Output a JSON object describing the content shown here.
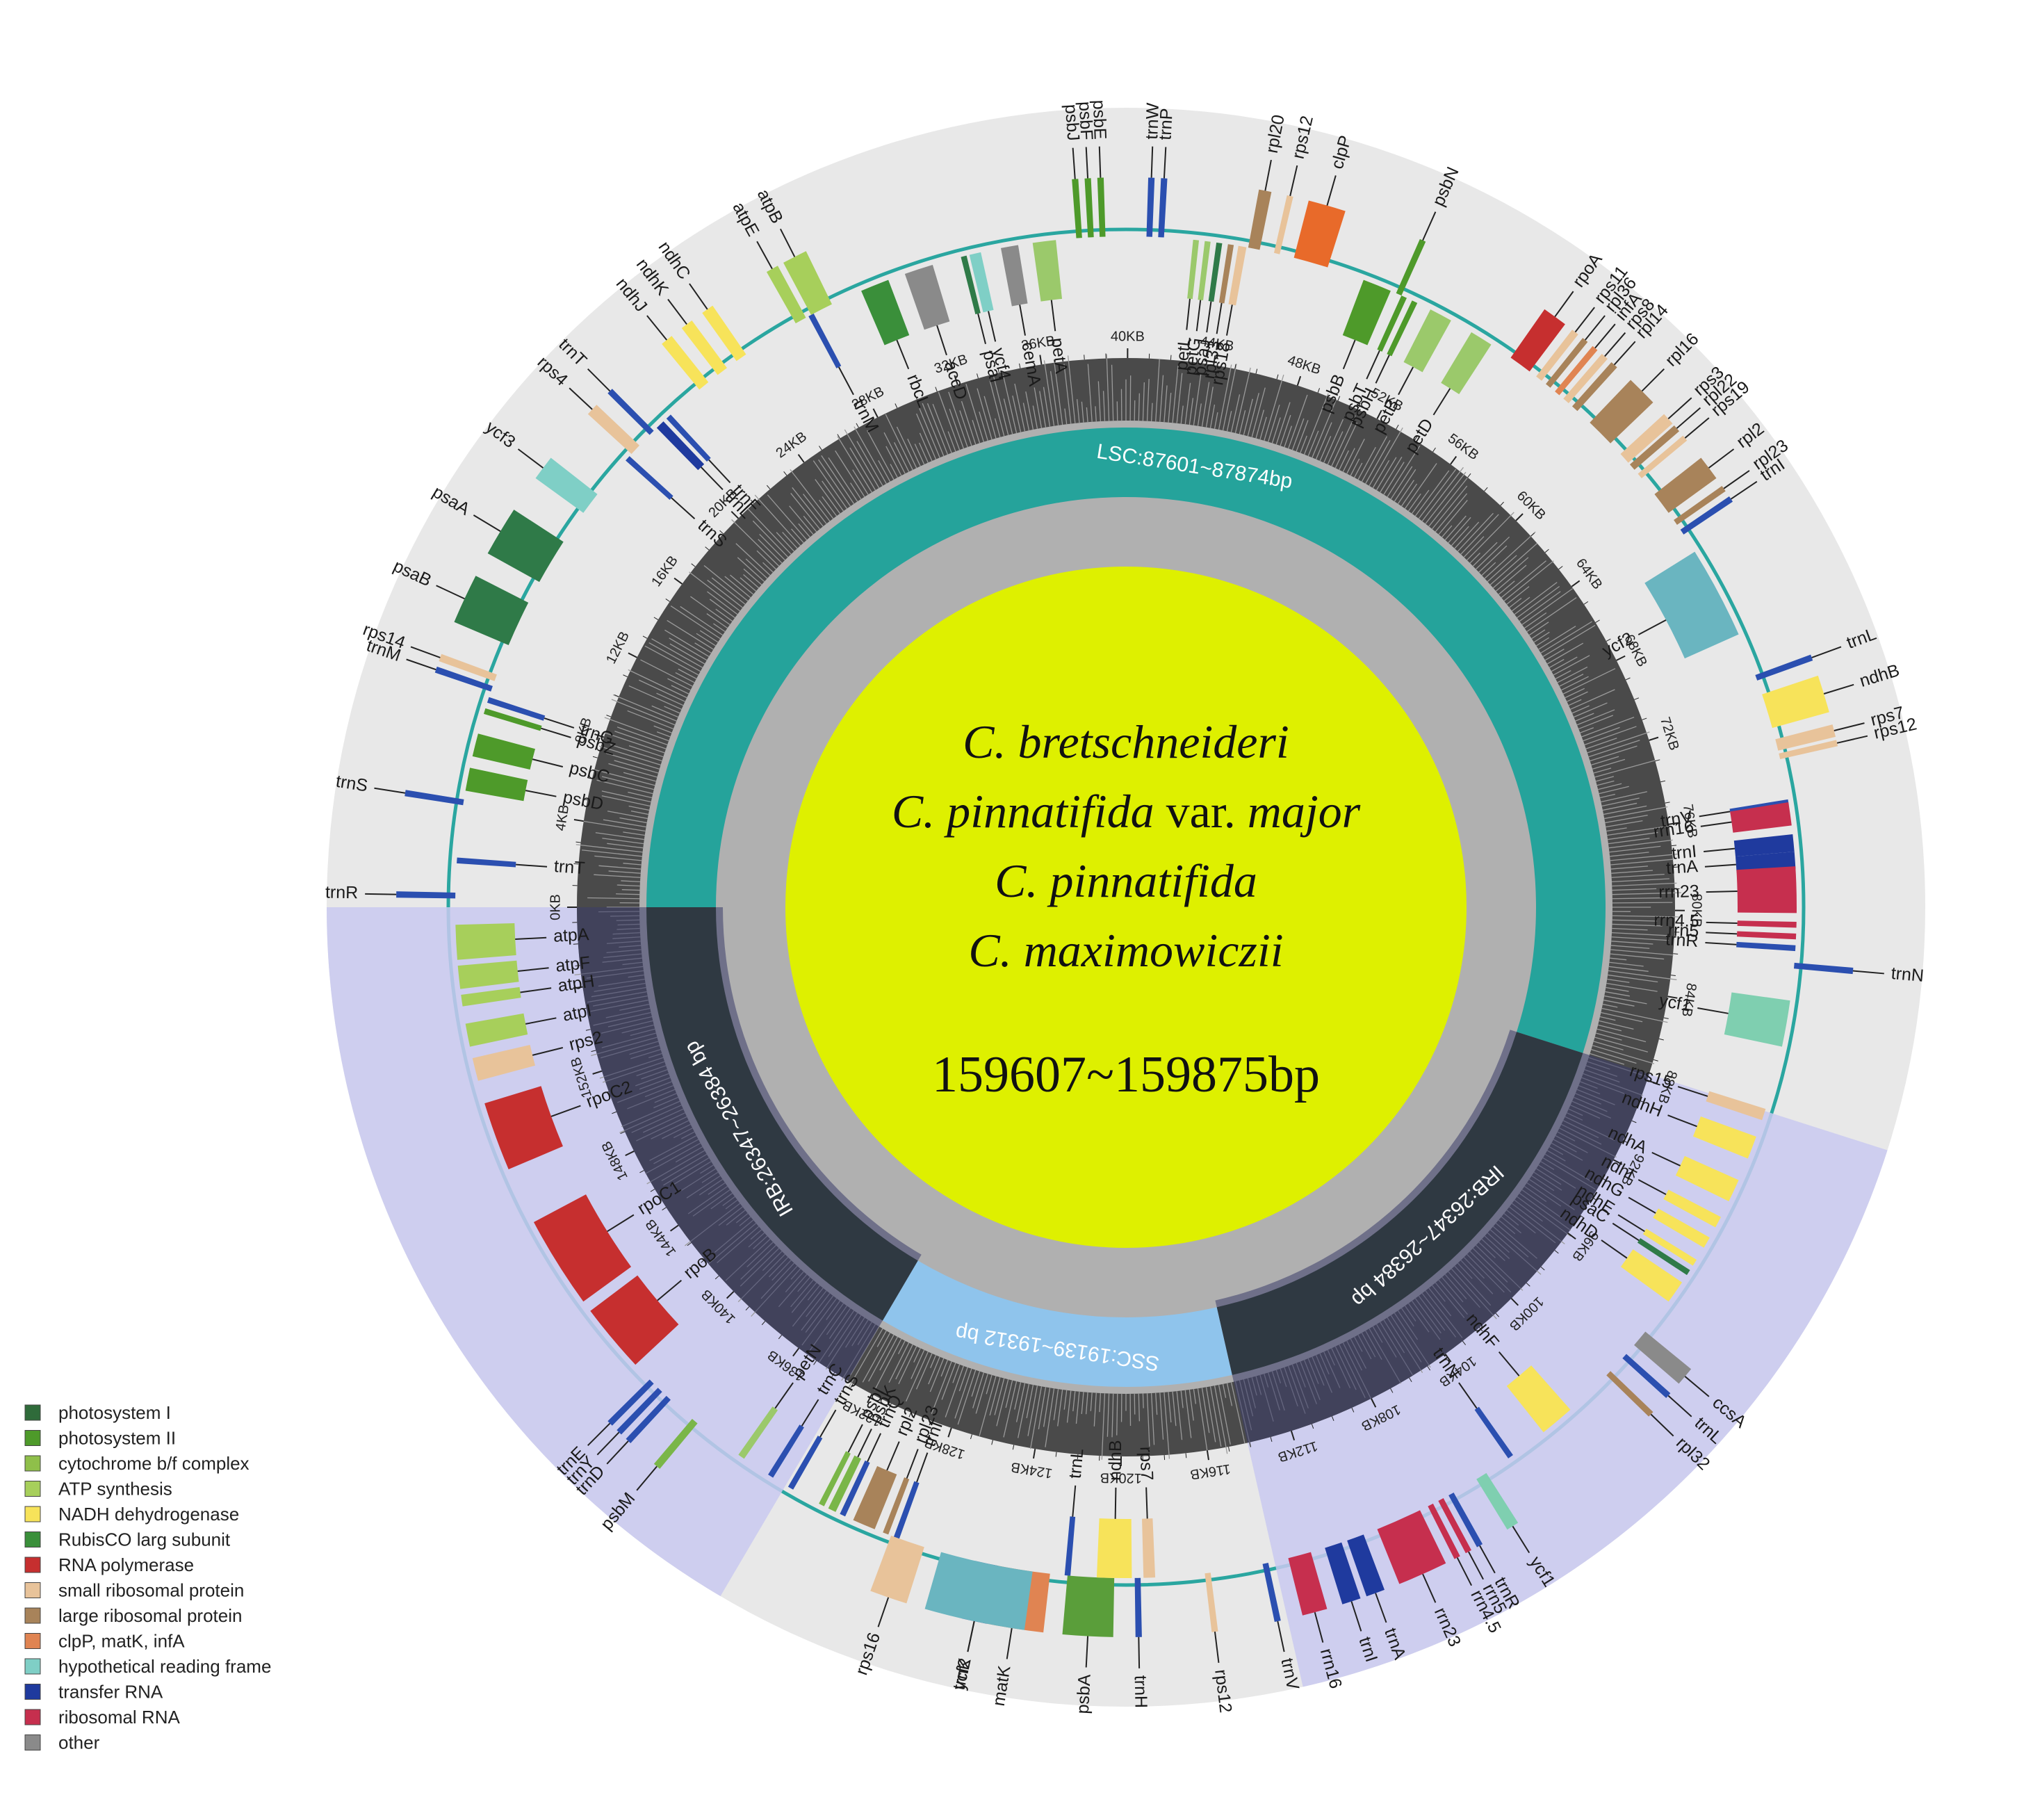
{
  "center": {
    "species": [
      {
        "genus": "C.",
        "epithet": "bretschneideri",
        "suffix": "",
        "suffix_italic": ""
      },
      {
        "genus": "C.",
        "epithet": "pinnatifida",
        "suffix": " var. ",
        "suffix_italic": "major"
      },
      {
        "genus": "C.",
        "epithet": "pinnatifida",
        "suffix": "",
        "suffix_italic": ""
      },
      {
        "genus": "C.",
        "epithet": "maximowiczii",
        "suffix": "",
        "suffix_italic": ""
      }
    ],
    "genome_size": "159607~159875bp"
  },
  "regions": [
    {
      "id": "LSC",
      "label": "LSC:87601~87874bp",
      "start_kb": 0,
      "end_kb": 87.7,
      "color": "#25a39b"
    },
    {
      "id": "IRB",
      "label": "IRB:26347~26384 bp",
      "start_kb": 87.7,
      "end_kb": 114.1,
      "color": "#2f3942"
    },
    {
      "id": "SSC",
      "label": "SSC:19139~19312 bp",
      "start_kb": 114.1,
      "end_kb": 133.3,
      "color": "#8fc4ec"
    },
    {
      "id": "IRA",
      "label": "IRB:26347~26384 bp",
      "start_kb": 133.3,
      "end_kb": 159.7,
      "color": "#2f3942"
    }
  ],
  "ticks": {
    "step_kb": 4,
    "labels": [
      "0KB",
      "4KB",
      "8KB",
      "12KB",
      "16KB",
      "20KB",
      "24KB",
      "28KB",
      "32KB",
      "36KB",
      "40KB",
      "44KB",
      "48KB",
      "52KB",
      "56KB",
      "60KB",
      "64KB",
      "68KB",
      "72KB",
      "76KB",
      "80KB",
      "84KB",
      "88KB",
      "92KB",
      "96KB",
      "100KB",
      "104KB",
      "108KB",
      "112KB",
      "116KB",
      "120KB",
      "124KB",
      "128KB",
      "132KB",
      "136KB",
      "140KB",
      "144KB",
      "148KB",
      "152KB"
    ]
  },
  "genes": [
    {
      "name": "psbA",
      "angle": 267,
      "span": 4,
      "side": "out",
      "color": "#5a9e3a"
    },
    {
      "name": "trnH",
      "angle": 271,
      "span": 0.5,
      "side": "out",
      "color": "#2b4fb0"
    },
    {
      "name": "matK",
      "angle": 261,
      "span": 5,
      "side": "out",
      "color": "#e08452"
    },
    {
      "name": "trnK",
      "angle": 258,
      "span": 2,
      "side": "out",
      "color": "#1f3a9e"
    },
    {
      "name": "rps16",
      "angle": 251,
      "span": 3,
      "side": "out",
      "color": "#e8c39a"
    },
    {
      "name": "trnQ",
      "angle": 245,
      "span": 0.5,
      "side": "in",
      "color": "#2b4fb0"
    },
    {
      "name": "psbK",
      "angle": 244,
      "span": 0.7,
      "side": "in",
      "color": "#7ab648"
    },
    {
      "name": "psbI",
      "angle": 243,
      "span": 0.5,
      "side": "in",
      "color": "#7ab648"
    },
    {
      "name": "trnS",
      "angle": 240,
      "span": 0.5,
      "side": "in",
      "color": "#2b4fb0"
    },
    {
      "name": "trnC",
      "angle": 238,
      "span": 0.5,
      "side": "in",
      "color": "#2b4fb0"
    },
    {
      "name": "petN",
      "angle": 235,
      "span": 0.6,
      "side": "in",
      "color": "#9bc96b"
    },
    {
      "name": "psbM",
      "angle": 230,
      "span": 0.6,
      "side": "out",
      "color": "#7ab648"
    },
    {
      "name": "trnD",
      "angle": 227,
      "span": 0.5,
      "side": "out",
      "color": "#2b4fb0"
    },
    {
      "name": "trnY",
      "angle": 226,
      "span": 0.5,
      "side": "out",
      "color": "#2b4fb0"
    },
    {
      "name": "trnE",
      "angle": 225,
      "span": 0.5,
      "side": "out",
      "color": "#2b4fb0"
    },
    {
      "name": "rpoB",
      "angle": 220,
      "span": 6,
      "side": "in",
      "color": "#c62f2f"
    },
    {
      "name": "rpoC1",
      "angle": 212,
      "span": 8,
      "side": "in",
      "color": "#c62f2f"
    },
    {
      "name": "rpoC2",
      "angle": 200,
      "span": 6,
      "side": "in",
      "color": "#c62f2f"
    },
    {
      "name": "rps2",
      "angle": 194,
      "span": 2,
      "side": "in",
      "color": "#e8c39a"
    },
    {
      "name": "atpI",
      "angle": 191,
      "span": 2,
      "side": "in",
      "color": "#a7cf5b"
    },
    {
      "name": "atpH",
      "angle": 188,
      "span": 1,
      "side": "in",
      "color": "#a7cf5b"
    },
    {
      "name": "atpF",
      "angle": 186,
      "span": 2,
      "side": "in",
      "color": "#a7cf5b"
    },
    {
      "name": "atpA",
      "angle": 183,
      "span": 3,
      "side": "in",
      "color": "#a7cf5b"
    },
    {
      "name": "trnR",
      "angle": 179,
      "span": 0.5,
      "side": "out",
      "color": "#2b4fb0"
    },
    {
      "name": "trnT",
      "angle": 176,
      "span": 0.5,
      "side": "in",
      "color": "#2b4fb0"
    },
    {
      "name": "trnS",
      "angle": 171,
      "span": 0.5,
      "side": "out",
      "color": "#2b4fb0"
    },
    {
      "name": "psbD",
      "angle": 169,
      "span": 2,
      "side": "in",
      "color": "#4e9a2a"
    },
    {
      "name": "psbC",
      "angle": 166,
      "span": 2,
      "side": "in",
      "color": "#4e9a2a"
    },
    {
      "name": "psbZ",
      "angle": 163,
      "span": 0.5,
      "side": "in",
      "color": "#4e9a2a"
    },
    {
      "name": "trnG",
      "angle": 162,
      "span": 0.5,
      "side": "in",
      "color": "#2b4fb0"
    },
    {
      "name": "trnM",
      "angle": 161,
      "span": 0.5,
      "side": "out",
      "color": "#2b4fb0"
    },
    {
      "name": "rps14",
      "angle": 160,
      "span": 0.6,
      "side": "out",
      "color": "#e8c39a"
    },
    {
      "name": "psaB",
      "angle": 155,
      "span": 4,
      "side": "out",
      "color": "#2f7a48"
    },
    {
      "name": "psaA",
      "angle": 149,
      "span": 4,
      "side": "out",
      "color": "#2f7a48"
    },
    {
      "name": "ycf3",
      "angle": 143,
      "span": 2,
      "side": "out",
      "color": "#7fcfc6"
    },
    {
      "name": "rps4",
      "angle": 137,
      "span": 1,
      "side": "out",
      "color": "#e8c39a"
    },
    {
      "name": "trnT",
      "angle": 135,
      "span": 0.5,
      "side": "out",
      "color": "#2b4fb0"
    },
    {
      "name": "trnS",
      "angle": 138,
      "span": 0.5,
      "side": "in",
      "color": "#2b4fb0"
    },
    {
      "name": "trnL",
      "angle": 134,
      "span": 0.8,
      "side": "in",
      "color": "#1f3a9e"
    },
    {
      "name": "trnF",
      "angle": 133,
      "span": 0.5,
      "side": "in",
      "color": "#2b4fb0"
    },
    {
      "name": "ndhJ",
      "angle": 129,
      "span": 1,
      "side": "out",
      "color": "#f7e35a"
    },
    {
      "name": "ndhK",
      "angle": 127,
      "span": 1,
      "side": "out",
      "color": "#f7e35a"
    },
    {
      "name": "ndhC",
      "angle": 125,
      "span": 1,
      "side": "out",
      "color": "#f7e35a"
    },
    {
      "name": "trnM",
      "angle": 118,
      "span": 0.5,
      "side": "in",
      "color": "#2b4fb0"
    },
    {
      "name": "atpE",
      "angle": 119,
      "span": 1,
      "side": "out",
      "color": "#a7cf5b"
    },
    {
      "name": "atpB",
      "angle": 117,
      "span": 2,
      "side": "out",
      "color": "#a7cf5b"
    },
    {
      "name": "rbcL",
      "angle": 112,
      "span": 2.5,
      "side": "in",
      "color": "#3a8f3a"
    },
    {
      "name": "accD",
      "angle": 108,
      "span": 2.5,
      "side": "in",
      "color": "#8a8a8a"
    },
    {
      "name": "psaI",
      "angle": 104,
      "span": 0.5,
      "side": "in",
      "color": "#2f7a48"
    },
    {
      "name": "ycf4",
      "angle": 103,
      "span": 1,
      "side": "in",
      "color": "#7fcfc6"
    },
    {
      "name": "cemA",
      "angle": 100,
      "span": 1.5,
      "side": "in",
      "color": "#8a8a8a"
    },
    {
      "name": "petA",
      "angle": 97,
      "span": 2,
      "side": "in",
      "color": "#9bc96b"
    },
    {
      "name": "psbJ",
      "angle": 94,
      "span": 0.5,
      "side": "out",
      "color": "#4e9a2a"
    },
    {
      "name": "psbF",
      "angle": 93,
      "span": 0.5,
      "side": "out",
      "color": "#4e9a2a"
    },
    {
      "name": "psbE",
      "angle": 92,
      "span": 0.5,
      "side": "out",
      "color": "#4e9a2a"
    },
    {
      "name": "trnW",
      "angle": 88,
      "span": 0.5,
      "side": "out",
      "color": "#2b4fb0"
    },
    {
      "name": "trnP",
      "angle": 87,
      "span": 0.5,
      "side": "out",
      "color": "#2b4fb0"
    },
    {
      "name": "petL",
      "angle": 84,
      "span": 0.5,
      "side": "in",
      "color": "#9bc96b"
    },
    {
      "name": "petG",
      "angle": 83,
      "span": 0.5,
      "side": "in",
      "color": "#9bc96b"
    },
    {
      "name": "psaJ",
      "angle": 82,
      "span": 0.5,
      "side": "in",
      "color": "#2f7a48"
    },
    {
      "name": "rpl33",
      "angle": 81,
      "span": 0.5,
      "side": "in",
      "color": "#a8835a"
    },
    {
      "name": "rps18",
      "angle": 80,
      "span": 0.7,
      "side": "in",
      "color": "#e8c39a"
    },
    {
      "name": "rpl20",
      "angle": 79,
      "span": 1,
      "side": "out",
      "color": "#a8835a"
    },
    {
      "name": "rps12",
      "angle": 77,
      "span": 0.5,
      "side": "out",
      "color": "#e8c39a"
    },
    {
      "name": "clpP",
      "angle": 74,
      "span": 3,
      "side": "out",
      "color": "#e86a2a"
    },
    {
      "name": "psbB",
      "angle": 68,
      "span": 2.5,
      "side": "in",
      "color": "#4e9a2a"
    },
    {
      "name": "psbN",
      "angle": 66,
      "span": 0.5,
      "side": "out",
      "color": "#4e9a2a"
    },
    {
      "name": "psbT",
      "angle": 65.5,
      "span": 0.5,
      "side": "in",
      "color": "#4e9a2a"
    },
    {
      "name": "psbH",
      "angle": 64.5,
      "span": 0.5,
      "side": "in",
      "color": "#4e9a2a"
    },
    {
      "name": "petB",
      "angle": 62,
      "span": 2,
      "side": "in",
      "color": "#9bc96b"
    },
    {
      "name": "petD",
      "angle": 58,
      "span": 2,
      "side": "in",
      "color": "#9bc96b"
    },
    {
      "name": "rpoA",
      "angle": 54,
      "span": 2,
      "side": "out",
      "color": "#c62f2f"
    },
    {
      "name": "rps11",
      "angle": 52,
      "span": 0.6,
      "side": "out",
      "color": "#e8c39a"
    },
    {
      "name": "rpl36",
      "angle": 51,
      "span": 0.5,
      "side": "out",
      "color": "#a8835a"
    },
    {
      "name": "infA",
      "angle": 50,
      "span": 0.5,
      "side": "out",
      "color": "#e08452"
    },
    {
      "name": "rps8",
      "angle": 49,
      "span": 0.6,
      "side": "out",
      "color": "#e8c39a"
    },
    {
      "name": "rpl14",
      "angle": 48,
      "span": 0.6,
      "side": "out",
      "color": "#a8835a"
    },
    {
      "name": "rpl16",
      "angle": 45,
      "span": 2.5,
      "side": "out",
      "color": "#a8835a"
    },
    {
      "name": "rps3",
      "angle": 42,
      "span": 1,
      "side": "out",
      "color": "#e8c39a"
    },
    {
      "name": "rpl22",
      "angle": 41,
      "span": 0.6,
      "side": "out",
      "color": "#a8835a"
    },
    {
      "name": "rps19",
      "angle": 40,
      "span": 0.5,
      "side": "out",
      "color": "#e8c39a"
    },
    {
      "name": "rpl2",
      "angle": 37,
      "span": 2,
      "side": "out",
      "color": "#a8835a"
    },
    {
      "name": "rpl23",
      "angle": 35,
      "span": 0.5,
      "side": "out",
      "color": "#a8835a"
    },
    {
      "name": "trnI",
      "angle": 34,
      "span": 0.5,
      "side": "out",
      "color": "#2b4fb0"
    },
    {
      "name": "ycf2",
      "angle": 28,
      "span": 8,
      "side": "in",
      "color": "#6ab5c0"
    },
    {
      "name": "trnL",
      "angle": 20,
      "span": 0.5,
      "side": "out",
      "color": "#2b4fb0"
    },
    {
      "name": "ndhB",
      "angle": 17,
      "span": 3,
      "side": "out",
      "color": "#f7e35a"
    },
    {
      "name": "rps7",
      "angle": 14,
      "span": 1,
      "side": "out",
      "color": "#e8c39a"
    },
    {
      "name": "rps12",
      "angle": 13,
      "span": 0.5,
      "side": "out",
      "color": "#e8c39a"
    },
    {
      "name": "trnV",
      "angle": 9,
      "span": 0.5,
      "side": "in",
      "color": "#2b4fb0"
    },
    {
      "name": "rrn16",
      "angle": 8,
      "span": 2,
      "side": "in",
      "color": "#c62f4e"
    },
    {
      "name": "trnI",
      "angle": 5.5,
      "span": 1.5,
      "side": "in",
      "color": "#1f3a9e"
    },
    {
      "name": "trnA",
      "angle": 4,
      "span": 1.5,
      "side": "in",
      "color": "#1f3a9e"
    },
    {
      "name": "rrn23",
      "angle": 1.5,
      "span": 4,
      "side": "in",
      "color": "#c62f4e"
    },
    {
      "name": "rrn4.5",
      "angle": -1.5,
      "span": 0.5,
      "side": "in",
      "color": "#c62f4e"
    },
    {
      "name": "rrn5",
      "angle": -2.5,
      "span": 0.5,
      "side": "in",
      "color": "#c62f4e"
    },
    {
      "name": "trnR",
      "angle": -3.5,
      "span": 0.5,
      "side": "in",
      "color": "#2b4fb0"
    },
    {
      "name": "trnN",
      "angle": -5,
      "span": 0.5,
      "side": "out",
      "color": "#2b4fb0"
    },
    {
      "name": "ycf1",
      "angle": -10,
      "span": 4,
      "side": "in",
      "color": "#7fcfb0"
    },
    {
      "name": "rps15",
      "angle": -18,
      "span": 1,
      "side": "in",
      "color": "#e8c39a"
    },
    {
      "name": "ndhH",
      "angle": -21,
      "span": 2,
      "side": "in",
      "color": "#f7e35a"
    },
    {
      "name": "ndhA",
      "angle": -25,
      "span": 2,
      "side": "in",
      "color": "#f7e35a"
    },
    {
      "name": "ndhI",
      "angle": -28,
      "span": 1,
      "side": "in",
      "color": "#f7e35a"
    },
    {
      "name": "ndhG",
      "angle": -30,
      "span": 1,
      "side": "in",
      "color": "#f7e35a"
    },
    {
      "name": "ndhE",
      "angle": -32,
      "span": 0.6,
      "side": "in",
      "color": "#f7e35a"
    },
    {
      "name": "psaC",
      "angle": -33,
      "span": 0.5,
      "side": "in",
      "color": "#2f7a48"
    },
    {
      "name": "ndhD",
      "angle": -35,
      "span": 2,
      "side": "in",
      "color": "#f7e35a"
    },
    {
      "name": "ccsA",
      "angle": -40,
      "span": 1.5,
      "side": "out",
      "color": "#8a8a8a"
    },
    {
      "name": "trnL",
      "angle": -42,
      "span": 0.5,
      "side": "out",
      "color": "#2b4fb0"
    },
    {
      "name": "rpl32",
      "angle": -44,
      "span": 0.5,
      "side": "out",
      "color": "#a8835a"
    },
    {
      "name": "ndhF",
      "angle": -50,
      "span": 3,
      "side": "in",
      "color": "#f7e35a"
    },
    {
      "name": "trnN",
      "angle": -55,
      "span": 0.5,
      "side": "in",
      "color": "#2b4fb0"
    },
    {
      "name": "ycf1",
      "angle": -58,
      "span": 1,
      "side": "out",
      "color": "#7fcfb0"
    },
    {
      "name": "trnR",
      "angle": -61,
      "span": 0.5,
      "side": "out",
      "color": "#2b4fb0"
    },
    {
      "name": "rrn5",
      "angle": -62,
      "span": 0.5,
      "side": "out",
      "color": "#c62f4e"
    },
    {
      "name": "rrn4.5",
      "angle": -63,
      "span": 0.5,
      "side": "out",
      "color": "#c62f4e"
    },
    {
      "name": "rrn23",
      "angle": -66,
      "span": 4,
      "side": "out",
      "color": "#c62f4e"
    },
    {
      "name": "trnA",
      "angle": -70,
      "span": 1.5,
      "side": "out",
      "color": "#1f3a9e"
    },
    {
      "name": "trnI",
      "angle": -72,
      "span": 1.5,
      "side": "out",
      "color": "#1f3a9e"
    },
    {
      "name": "rrn16",
      "angle": -75,
      "span": 2,
      "side": "out",
      "color": "#c62f4e"
    },
    {
      "name": "trnV",
      "angle": -78,
      "span": 0.5,
      "side": "out",
      "color": "#2b4fb0"
    },
    {
      "name": "rps12",
      "angle": -83,
      "span": 0.5,
      "side": "out",
      "color": "#e8c39a"
    },
    {
      "name": "rps7",
      "angle": -88,
      "span": 1,
      "side": "in",
      "color": "#e8c39a"
    },
    {
      "name": "ndhB",
      "angle": -91,
      "span": 3,
      "side": "in",
      "color": "#f7e35a"
    },
    {
      "name": "trnL",
      "angle": -95,
      "span": 0.5,
      "side": "in",
      "color": "#2b4fb0"
    },
    {
      "name": "ycf2",
      "angle": -102,
      "span": 8,
      "side": "out",
      "color": "#6ab5c0"
    },
    {
      "name": "trnI",
      "angle": -110,
      "span": 0.5,
      "side": "in",
      "color": "#2b4fb0"
    },
    {
      "name": "rpl23",
      "angle": -111,
      "span": 0.5,
      "side": "in",
      "color": "#a8835a"
    },
    {
      "name": "rpl2",
      "angle": -113,
      "span": 2,
      "side": "in",
      "color": "#a8835a"
    }
  ],
  "legend": [
    {
      "label": "photosystem I",
      "color": "#2f6b3a"
    },
    {
      "label": "photosystem II",
      "color": "#4e9a2a"
    },
    {
      "label": "cytochrome b/f complex",
      "color": "#8fbf4a"
    },
    {
      "label": "ATP synthesis",
      "color": "#a7cf5b"
    },
    {
      "label": "NADH dehydrogenase",
      "color": "#f7e35a"
    },
    {
      "label": "RubisCO larg subunit",
      "color": "#3a8f3a"
    },
    {
      "label": "RNA polymerase",
      "color": "#c62f2f"
    },
    {
      "label": "small ribosomal protein",
      "color": "#e8c39a"
    },
    {
      "label": "large ribosomal protein",
      "color": "#a8835a"
    },
    {
      "label": "clpP, matK, infA",
      "color": "#e08452"
    },
    {
      "label": "hypothetical reading frame",
      "color": "#7fcfc6"
    },
    {
      "label": "transfer RNA",
      "color": "#1f3a9e"
    },
    {
      "label": "ribosomal RNA",
      "color": "#c62f4e"
    },
    {
      "label": "other",
      "color": "#8a8a8a"
    }
  ]
}
